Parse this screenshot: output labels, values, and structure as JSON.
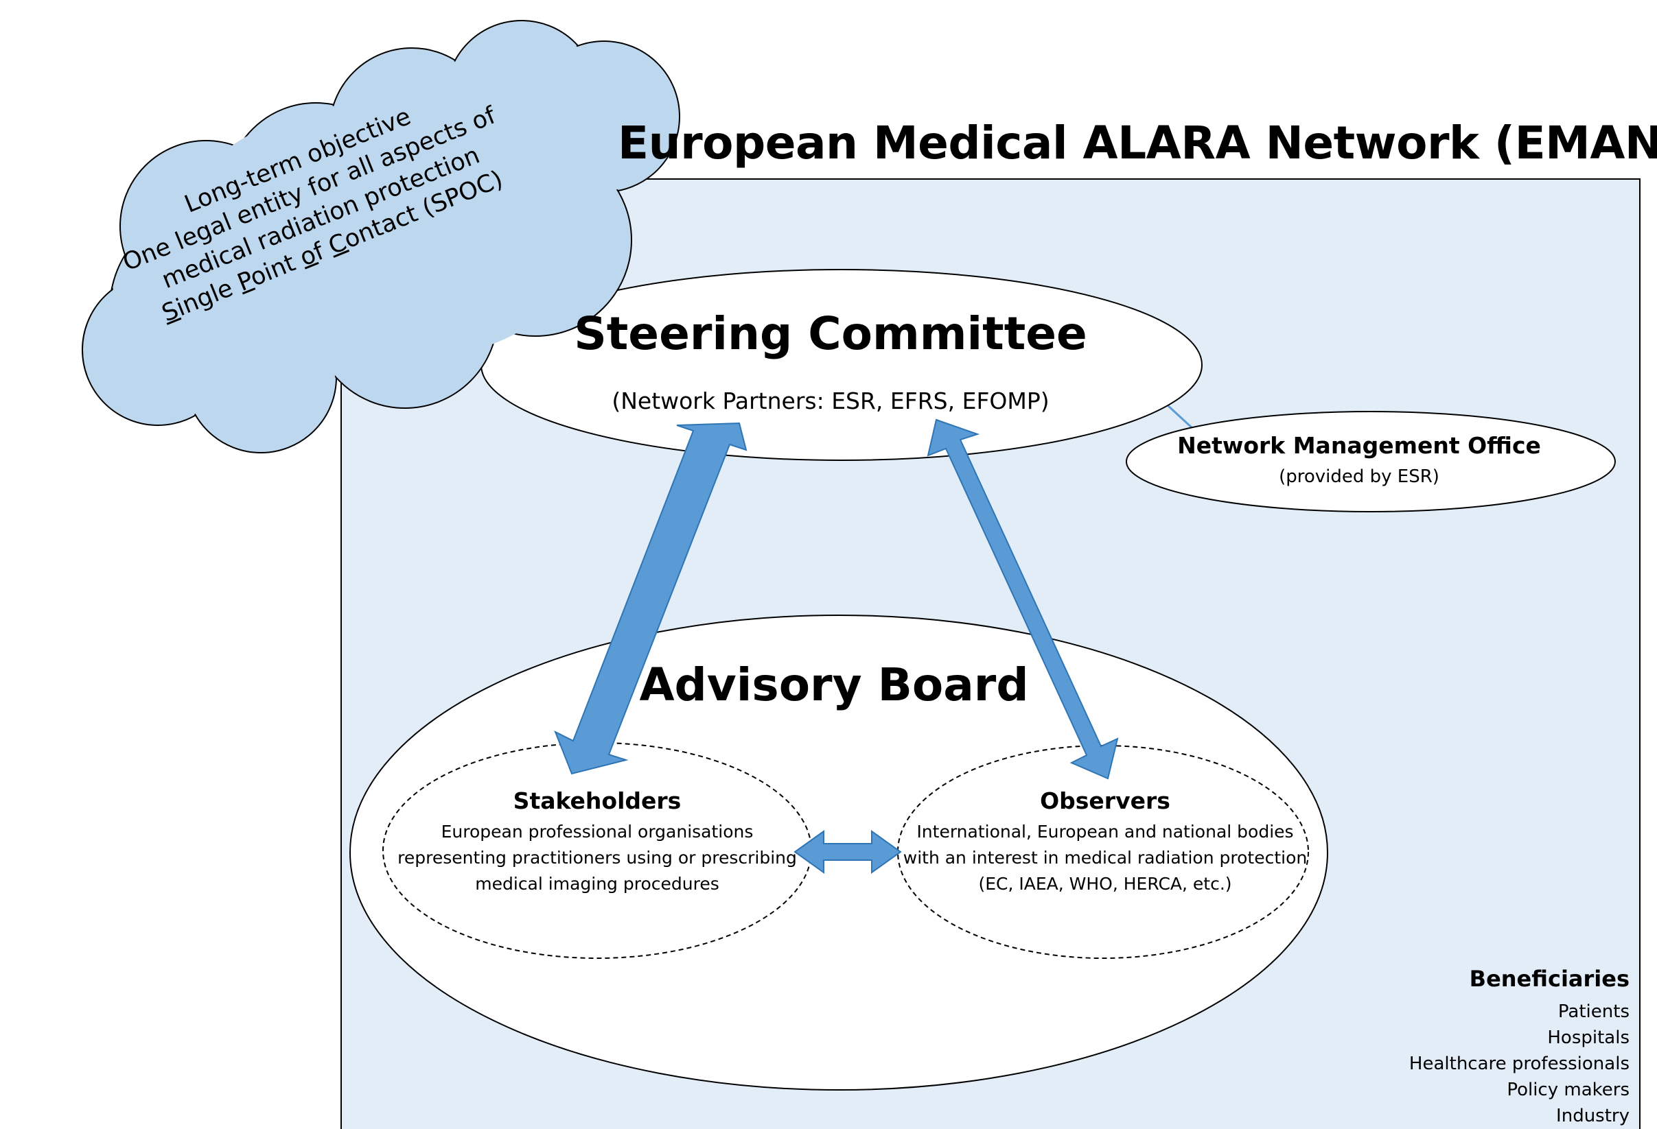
{
  "title": "European Medical ALARA Network (EMAN)",
  "colors": {
    "panel_fill": "#e3edf8",
    "cloud_fill": "#bdd7ee",
    "arrow_fill": "#5b9bd5",
    "arrow_stroke": "#2e75b6",
    "connector": "#5b9bd5"
  },
  "cloud": {
    "line1": "Long-term objective",
    "line2": "One legal entity for all aspects of",
    "line3": "medical radiation protection",
    "line4": "Single Point of Contact (SPOC)"
  },
  "steering_committee": {
    "title": "Steering Committee",
    "subtitle": "(Network Partners: ESR, EFRS, EFOMP)"
  },
  "network_management_office": {
    "title": "Network Management Office",
    "subtitle": "(provided by ESR)"
  },
  "advisory_board": {
    "title": "Advisory Board",
    "stakeholders": {
      "title": "Stakeholders",
      "lines": [
        "European professional organisations",
        "representing practitioners using or prescribing",
        "medical imaging procedures"
      ]
    },
    "observers": {
      "title": "Observers",
      "lines": [
        "International, European and national bodies",
        "with an interest in medical radiation protection",
        "(EC, IAEA, WHO, HERCA, etc.)"
      ]
    }
  },
  "beneficiaries": {
    "title": "Beneficiaries",
    "items": [
      "Patients",
      "Hospitals",
      "Healthcare professionals",
      "Policy makers",
      "Industry"
    ]
  }
}
